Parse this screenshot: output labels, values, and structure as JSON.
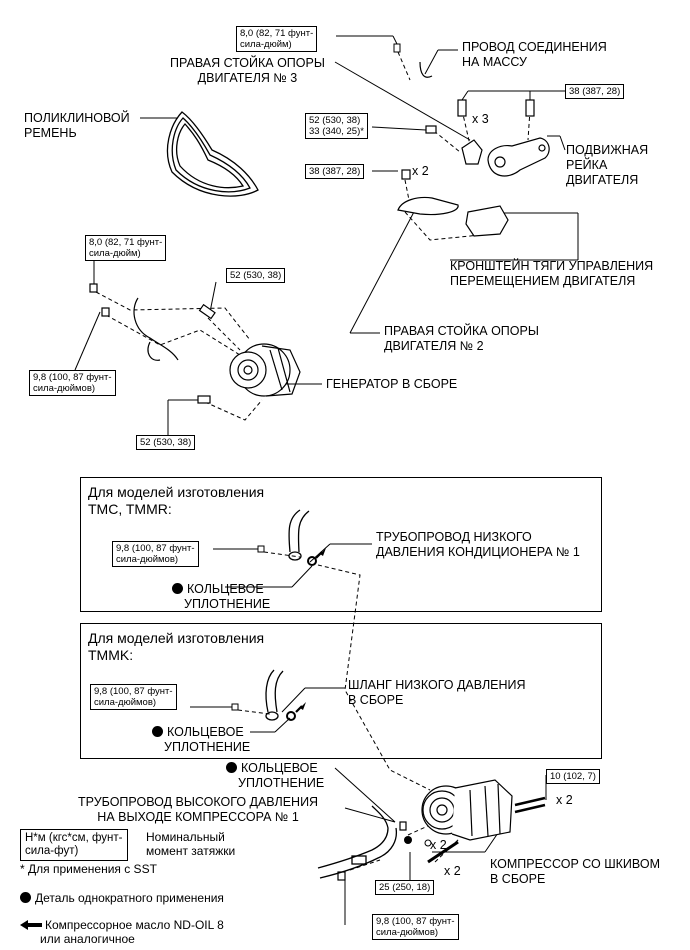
{
  "torque": {
    "t8_0_top": [
      "8,0 (82, 71 фунт-",
      "сила-дюйм)"
    ],
    "t38_right": "38 (387, 28)",
    "t52_33": [
      "52 (530, 38)",
      "33 (340, 25)*"
    ],
    "t38_left": "38 (387, 28)",
    "t8_0_gen": [
      "8,0 (82, 71 фунт-",
      "сила-дюйм)"
    ],
    "t52_gen": "52 (530, 38)",
    "t9_8_gen": [
      "9,8 (100, 87 фунт-",
      "сила-дюймов)"
    ],
    "t52_bottom": "52 (530, 38)",
    "t9_8_tmc": [
      "9,8 (100, 87 фунт-",
      "сила-дюймов)"
    ],
    "t9_8_tmmk": [
      "9,8 (100, 87 фунт-",
      "сила-дюймов)"
    ],
    "t10": "10 (102, 7)",
    "t25": "25 (250, 18)",
    "t9_8_comp": [
      "9,8 (100, 87 фунт-",
      "сила-дюймов)"
    ]
  },
  "labels": {
    "ground_wire": [
      "ПРОВОД СОЕДИНЕНИЯ",
      "НА МАССУ"
    ],
    "mount_3": [
      "ПРАВАЯ СТОЙКА ОПОРЫ",
      "ДВИГАТЕЛЯ № 3"
    ],
    "belt": [
      "ПОЛИКЛИНОВОЙ",
      "РЕМЕНЬ"
    ],
    "torque_rod": [
      "ПОДВИЖНАЯ",
      "РЕЙКА",
      "ДВИГАТЕЛЯ"
    ],
    "bracket": [
      "КРОНШТЕЙН ТЯГИ УПРАВЛЕНИЯ",
      "ПЕРЕМЕЩЕНИЕМ ДВИГАТЕЛЯ"
    ],
    "mount_2": [
      "ПРАВАЯ СТОЙКА ОПОРЫ",
      "ДВИГАТЕЛЯ № 2"
    ],
    "generator": "ГЕНЕРАТОР В СБОРЕ",
    "low_pipe": [
      "ТРУБОПРОВОД НИЗКОГО",
      "ДАВЛЕНИЯ КОНДИЦИОНЕРА № 1"
    ],
    "oring_tmc": [
      "КОЛЬЦЕВОЕ",
      "УПЛОТНЕНИЕ"
    ],
    "low_hose": [
      "ШЛАНГ НИЗКОГО ДАВЛЕНИЯ",
      "В СБОРЕ"
    ],
    "oring_tmmk": [
      "КОЛЬЦЕВОЕ",
      "УПЛОТНЕНИЕ"
    ],
    "oring_comp": [
      "КОЛЬЦЕВОЕ",
      "УПЛОТНЕНИЕ"
    ],
    "high_pipe": [
      "ТРУБОПРОВОД ВЫСОКОГО ДАВЛЕНИЯ",
      "НА ВЫХОДЕ КОМПРЕССОРА № 1"
    ],
    "compressor": [
      "КОМПРЕССОР СО ШКИВОМ",
      "В СБОРЕ"
    ]
  },
  "multipliers": {
    "x3": "x 3",
    "x2_top": "x 2",
    "x2_comp_a": "x 2",
    "x2_comp_b": "x 2",
    "x2_comp_c": "x 2"
  },
  "frames": {
    "tmc_title": [
      "Для моделей изготовления",
      "TMC, TMMR:"
    ],
    "tmmk_title": [
      "Для моделей изготовления",
      "TMMK:"
    ]
  },
  "legend": {
    "unit_box": [
      "Н*м (кгс*см, фунт-",
      "сила-фут)"
    ],
    "unit_desc": [
      "Номинальный",
      "момент затяжки"
    ],
    "sst_note": "* Для применения с SST",
    "single_use": "Деталь однократного применения",
    "oil": [
      "Компрессорное масло ND-OIL 8",
      "или аналогичное"
    ]
  }
}
